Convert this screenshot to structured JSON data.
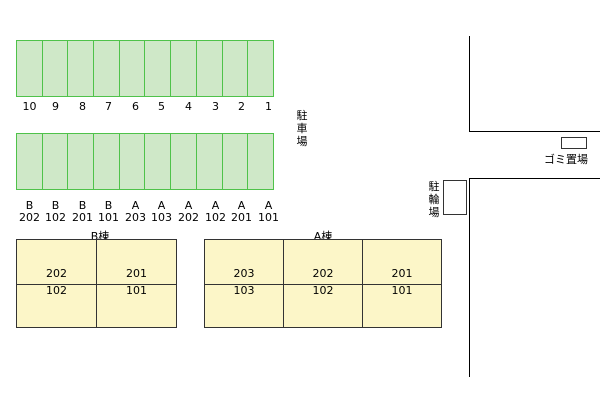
{
  "parking_row1": {
    "labels": [
      "10",
      "9",
      "8",
      "7",
      "6",
      "5",
      "4",
      "3",
      "2",
      "1"
    ]
  },
  "parking_row2": {
    "labels_top": [
      "B",
      "B",
      "B",
      "B",
      "A",
      "A",
      "A",
      "A",
      "A",
      "A"
    ],
    "labels_bottom": [
      "202",
      "102",
      "201",
      "101",
      "203",
      "103",
      "202",
      "102",
      "201",
      "101"
    ]
  },
  "parking_label": [
    "駐",
    "車",
    "場"
  ],
  "bicycle_label": [
    "駐",
    "輪",
    "場"
  ],
  "garbage_label": "ゴミ置場",
  "building_b": {
    "name": "B棟",
    "units": [
      {
        "upper": "202",
        "lower": "102"
      },
      {
        "upper": "201",
        "lower": "101"
      }
    ]
  },
  "building_a": {
    "name": "A棟",
    "units": [
      {
        "upper": "203",
        "lower": "103"
      },
      {
        "upper": "202",
        "lower": "102"
      },
      {
        "upper": "201",
        "lower": "101"
      }
    ]
  },
  "colors": {
    "parking_fill": "#cfe8c8",
    "parking_border": "#4fc24a",
    "building_fill": "#fcf6c8"
  }
}
